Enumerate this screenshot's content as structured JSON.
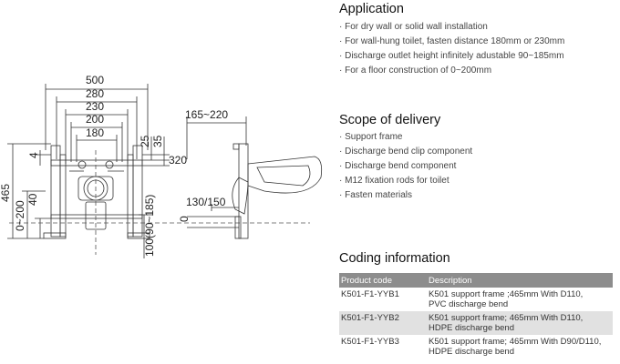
{
  "drawing": {
    "dims": {
      "w500": "500",
      "w280": "280",
      "w230": "230",
      "w200": "200",
      "w180": "180",
      "h465": "465",
      "h0_200": "0~200",
      "h40": "40",
      "h4": "4",
      "h25": "25",
      "h35": "35",
      "h320": "320",
      "h100": "100(90~185)",
      "s165_220": "165~220",
      "s130_150": "130/150",
      "s0": "0"
    }
  },
  "application": {
    "title": "Application",
    "items": [
      "For dry wall or solid wall  installation",
      "For wall-hung toilet, fasten  distance 180mm or 230mm",
      "Discharge outlet height infinitely adustable 90~185mm",
      "For a floor construction of  0~200mm"
    ]
  },
  "scope": {
    "title": "Scope of delivery",
    "items": [
      "Support frame",
      "Discharge bend clip component",
      "Discharge bend component",
      "M12 fixation rods for toilet",
      "Fasten materials"
    ]
  },
  "coding": {
    "title": "Coding information",
    "headers": [
      "Product code",
      "Description"
    ],
    "rows": [
      {
        "code": "K501-F1-YYB1",
        "desc1": "K501 support frame ;465mm With D110,",
        "desc2": "PVC discharge bend"
      },
      {
        "code": "K501-F1-YYB2",
        "desc1": "K501 support frame; 465mm With D110,",
        "desc2": "HDPE discharge bend"
      },
      {
        "code": "K501-F1-YYB3",
        "desc1": "K501 support frame; 465mm With D90/D110,",
        "desc2": "HDPE discharge bend"
      }
    ]
  }
}
